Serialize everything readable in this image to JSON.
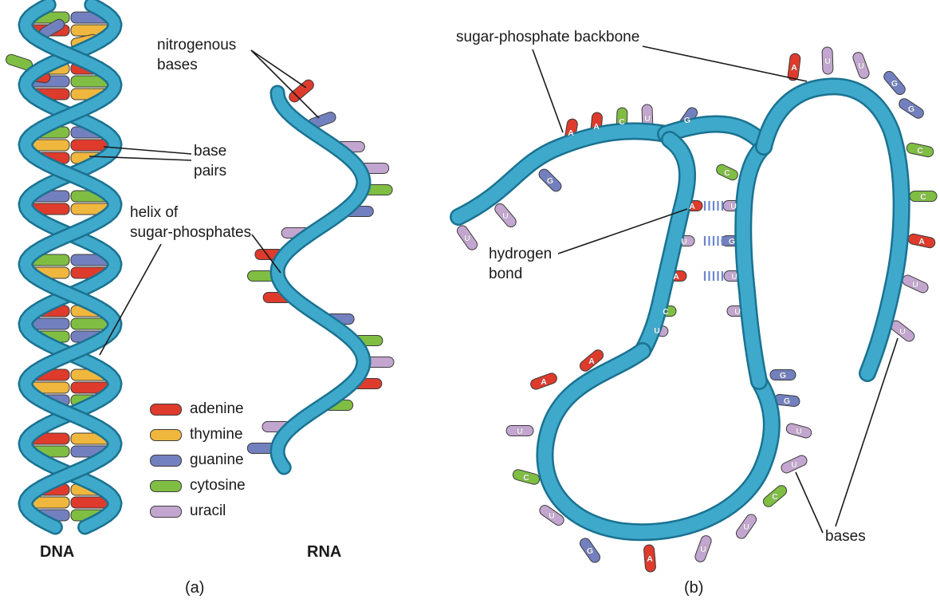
{
  "colors": {
    "ribbon": "#3FA9CB",
    "ribbon_edge": "#1A7291",
    "adenine": "#DE3B2C",
    "thymine": "#EFB73E",
    "guanine": "#7380BF",
    "cytosine": "#7FBE42",
    "uracil": "#C3A6CF",
    "hydrogen_bond": "#6C86CE",
    "pointer_line": "#1a1a1a"
  },
  "panel_a": {
    "caption": "(a)",
    "dna_label": "DNA",
    "rna_label": "RNA",
    "labels": {
      "nitrogenous_line1": "nitrogenous",
      "nitrogenous_line2": "bases",
      "base_pairs_line1": "base",
      "base_pairs_line2": "pairs",
      "helix_line1": "helix of",
      "helix_line2": "sugar-phosphates"
    },
    "legend": [
      {
        "name": "adenine",
        "color": "adenine"
      },
      {
        "name": "thymine",
        "color": "thymine"
      },
      {
        "name": "guanine",
        "color": "guanine"
      },
      {
        "name": "cytosine",
        "color": "cytosine"
      },
      {
        "name": "uracil",
        "color": "uracil"
      }
    ],
    "dna_base_pairs": [
      [
        "cytosine",
        "guanine"
      ],
      [
        "adenine",
        "thymine"
      ],
      [
        "thymine",
        "adenine"
      ],
      [
        "guanine",
        "cytosine"
      ],
      [
        "adenine",
        "thymine"
      ],
      [
        "cytosine",
        "guanine"
      ],
      [
        "thymine",
        "adenine"
      ],
      [
        "adenine",
        "thymine"
      ],
      [
        "guanine",
        "cytosine"
      ],
      [
        "adenine",
        "thymine"
      ],
      [
        "cytosine",
        "guanine"
      ],
      [
        "thymine",
        "adenine"
      ],
      [
        "adenine",
        "thymine"
      ],
      [
        "guanine",
        "cytosine"
      ],
      [
        "cytosine",
        "guanine"
      ],
      [
        "adenine",
        "thymine"
      ],
      [
        "thymine",
        "adenine"
      ],
      [
        "guanine",
        "cytosine"
      ],
      [
        "adenine",
        "thymine"
      ],
      [
        "cytosine",
        "guanine"
      ],
      [
        "adenine",
        "thymine"
      ],
      [
        "thymine",
        "adenine"
      ],
      [
        "guanine",
        "cytosine"
      ],
      [
        "adenine",
        "thymine"
      ]
    ],
    "rna_bases": [
      "adenine",
      "guanine",
      "uracil",
      "uracil",
      "cytosine",
      "guanine",
      "uracil",
      "adenine",
      "cytosine",
      "adenine",
      "guanine",
      "cytosine",
      "uracil",
      "adenine",
      "cytosine",
      "uracil",
      "guanine"
    ]
  },
  "panel_b": {
    "caption": "(b)",
    "labels": {
      "backbone": "sugar-phosphate backbone",
      "hydrogen_line1": "hydrogen",
      "hydrogen_line2": "bond",
      "bases": "bases"
    },
    "top_arm_bases_up": [
      {
        "letter": "A",
        "base": "adenine"
      },
      {
        "letter": "A",
        "base": "adenine"
      },
      {
        "letter": "C",
        "base": "cytosine"
      },
      {
        "letter": "U",
        "base": "uracil"
      },
      {
        "letter": "G",
        "base": "guanine"
      }
    ],
    "top_arm_bases_down": [
      {
        "letter": "U",
        "base": "uracil"
      },
      {
        "letter": "U",
        "base": "uracil"
      },
      {
        "letter": "G",
        "base": "guanine"
      }
    ],
    "stem_pairs": [
      {
        "left": {
          "letter": "A",
          "base": "adenine"
        },
        "right": {
          "letter": "U",
          "base": "uracil"
        },
        "bond": true
      },
      {
        "left": {
          "letter": "U",
          "base": "uracil"
        },
        "right": {
          "letter": "G",
          "base": "guanine"
        },
        "bond": true
      },
      {
        "left": {
          "letter": "A",
          "base": "adenine"
        },
        "right": {
          "letter": "U",
          "base": "uracil"
        },
        "bond": true
      },
      {
        "left": {
          "letter": "C",
          "base": "cytosine"
        },
        "right": {
          "letter": "U",
          "base": "uracil"
        },
        "bond": false
      }
    ],
    "stem_singles": [
      {
        "letter": "C",
        "base": "cytosine"
      },
      {
        "letter": "U",
        "base": "uracil"
      }
    ],
    "right_arm_bases": [
      {
        "letter": "A",
        "base": "adenine"
      },
      {
        "letter": "U",
        "base": "uracil"
      },
      {
        "letter": "U",
        "base": "uracil"
      },
      {
        "letter": "G",
        "base": "guanine"
      },
      {
        "letter": "G",
        "base": "guanine"
      },
      {
        "letter": "C",
        "base": "cytosine"
      },
      {
        "letter": "C",
        "base": "cytosine"
      },
      {
        "letter": "A",
        "base": "adenine"
      },
      {
        "letter": "U",
        "base": "uracil"
      },
      {
        "letter": "U",
        "base": "uracil"
      }
    ],
    "loop_bases": [
      {
        "letter": "A",
        "base": "adenine"
      },
      {
        "letter": "A",
        "base": "adenine"
      },
      {
        "letter": "U",
        "base": "uracil"
      },
      {
        "letter": "C",
        "base": "cytosine"
      },
      {
        "letter": "U",
        "base": "uracil"
      },
      {
        "letter": "G",
        "base": "guanine"
      },
      {
        "letter": "A",
        "base": "adenine"
      },
      {
        "letter": "U",
        "base": "uracil"
      },
      {
        "letter": "U",
        "base": "uracil"
      },
      {
        "letter": "C",
        "base": "cytosine"
      },
      {
        "letter": "U",
        "base": "uracil"
      }
    ],
    "inner_bases": [
      {
        "letter": "G",
        "base": "guanine"
      },
      {
        "letter": "G",
        "base": "guanine"
      },
      {
        "letter": "U",
        "base": "uracil"
      }
    ]
  }
}
